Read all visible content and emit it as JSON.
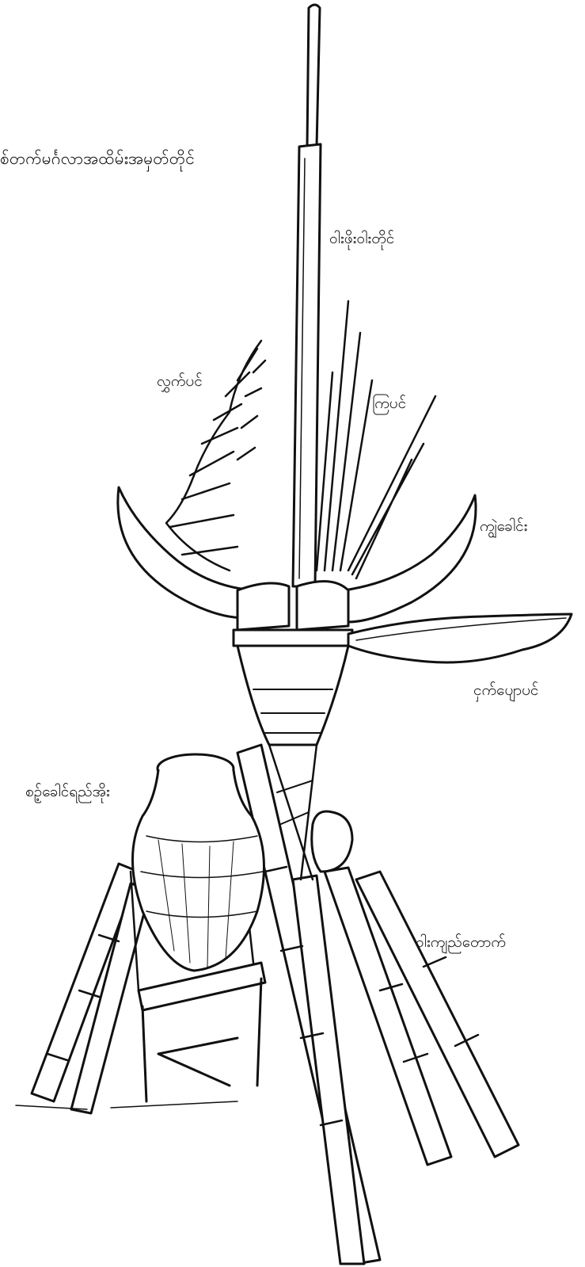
{
  "labels": {
    "title": "စ်တက်မင်္ဂလာအထိမ်းအမှတ်တိုင်",
    "pole": "ဝါးဖိုးဝါးတိုင်",
    "eugenia": "လွှက်ပင်",
    "grass": "ကြပင်",
    "horns": "ကျွဲခေါင်း",
    "banana_leaf": "ငှက်ပျောပင်",
    "jar": "စဉ့်ခေါင်ရည်အိုး",
    "tripod": "ဝါးကျည်တောက်"
  },
  "colors": {
    "ink": "#111111",
    "paper": "#ffffff"
  }
}
